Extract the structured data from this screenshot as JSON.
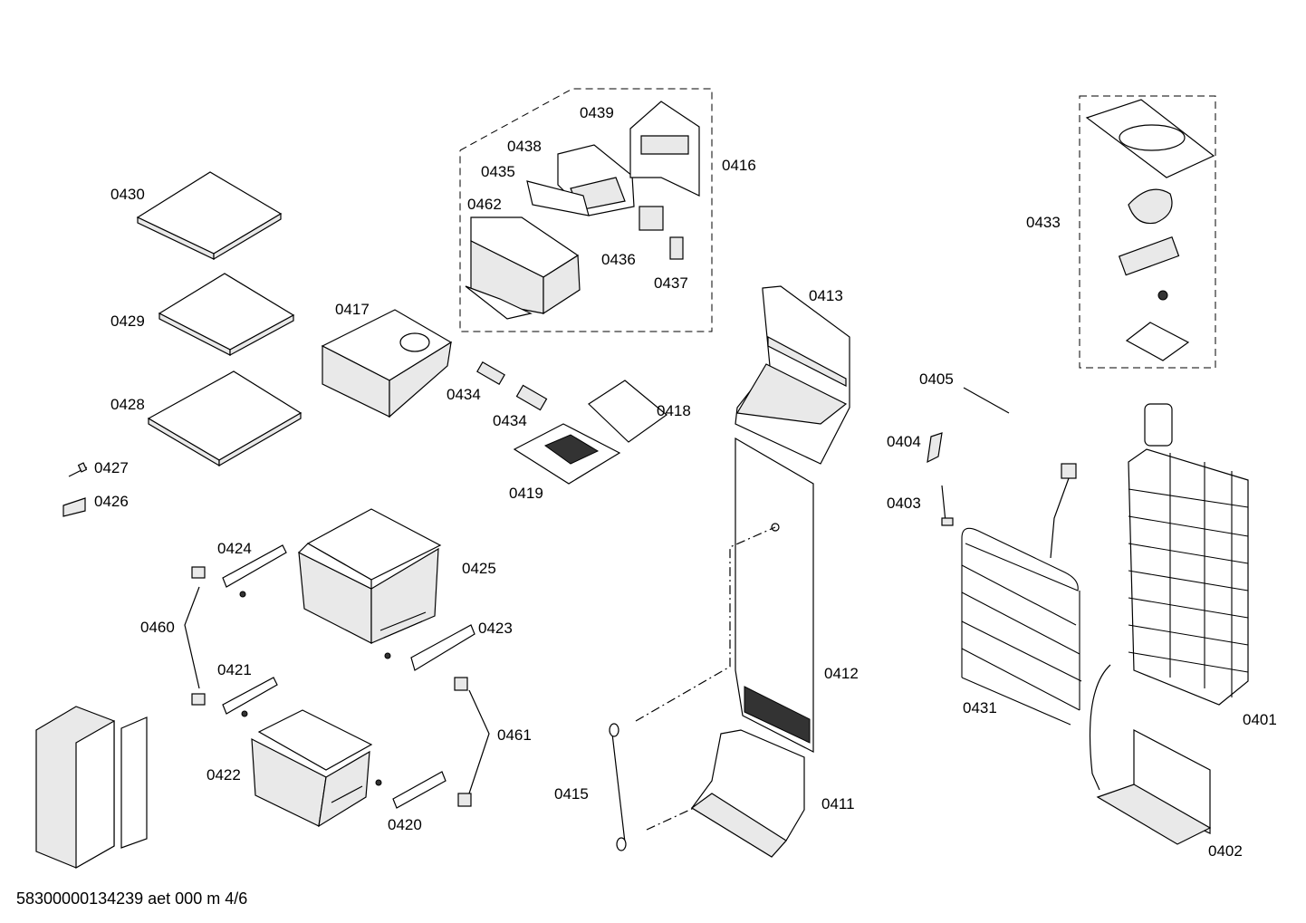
{
  "footer": "58300000134239 aet 000 m 4/6",
  "parts": [
    {
      "id": "p0430",
      "label": "0430"
    },
    {
      "id": "p0429",
      "label": "0429"
    },
    {
      "id": "p0428",
      "label": "0428"
    },
    {
      "id": "p0427",
      "label": "0427"
    },
    {
      "id": "p0426",
      "label": "0426"
    },
    {
      "id": "p0424",
      "label": "0424"
    },
    {
      "id": "p0425",
      "label": "0425"
    },
    {
      "id": "p0460",
      "label": "0460"
    },
    {
      "id": "p0423",
      "label": "0423"
    },
    {
      "id": "p0421",
      "label": "0421"
    },
    {
      "id": "p0461",
      "label": "0461"
    },
    {
      "id": "p0422",
      "label": "0422"
    },
    {
      "id": "p0420",
      "label": "0420"
    },
    {
      "id": "p0417",
      "label": "0417"
    },
    {
      "id": "p0434a",
      "label": "0434"
    },
    {
      "id": "p0434b",
      "label": "0434"
    },
    {
      "id": "p0418",
      "label": "0418"
    },
    {
      "id": "p0419",
      "label": "0419"
    },
    {
      "id": "p0439",
      "label": "0439"
    },
    {
      "id": "p0438",
      "label": "0438"
    },
    {
      "id": "p0435",
      "label": "0435"
    },
    {
      "id": "p0462",
      "label": "0462"
    },
    {
      "id": "p0436",
      "label": "0436"
    },
    {
      "id": "p0437",
      "label": "0437"
    },
    {
      "id": "p0416",
      "label": "0416"
    },
    {
      "id": "p0413",
      "label": "0413"
    },
    {
      "id": "p0412",
      "label": "0412"
    },
    {
      "id": "p0415",
      "label": "0415"
    },
    {
      "id": "p0411",
      "label": "0411"
    },
    {
      "id": "p0405",
      "label": "0405"
    },
    {
      "id": "p0404",
      "label": "0404"
    },
    {
      "id": "p0403",
      "label": "0403"
    },
    {
      "id": "p0431",
      "label": "0431"
    },
    {
      "id": "p0433",
      "label": "0433"
    },
    {
      "id": "p0401",
      "label": "0401"
    },
    {
      "id": "p0402",
      "label": "0402"
    }
  ]
}
